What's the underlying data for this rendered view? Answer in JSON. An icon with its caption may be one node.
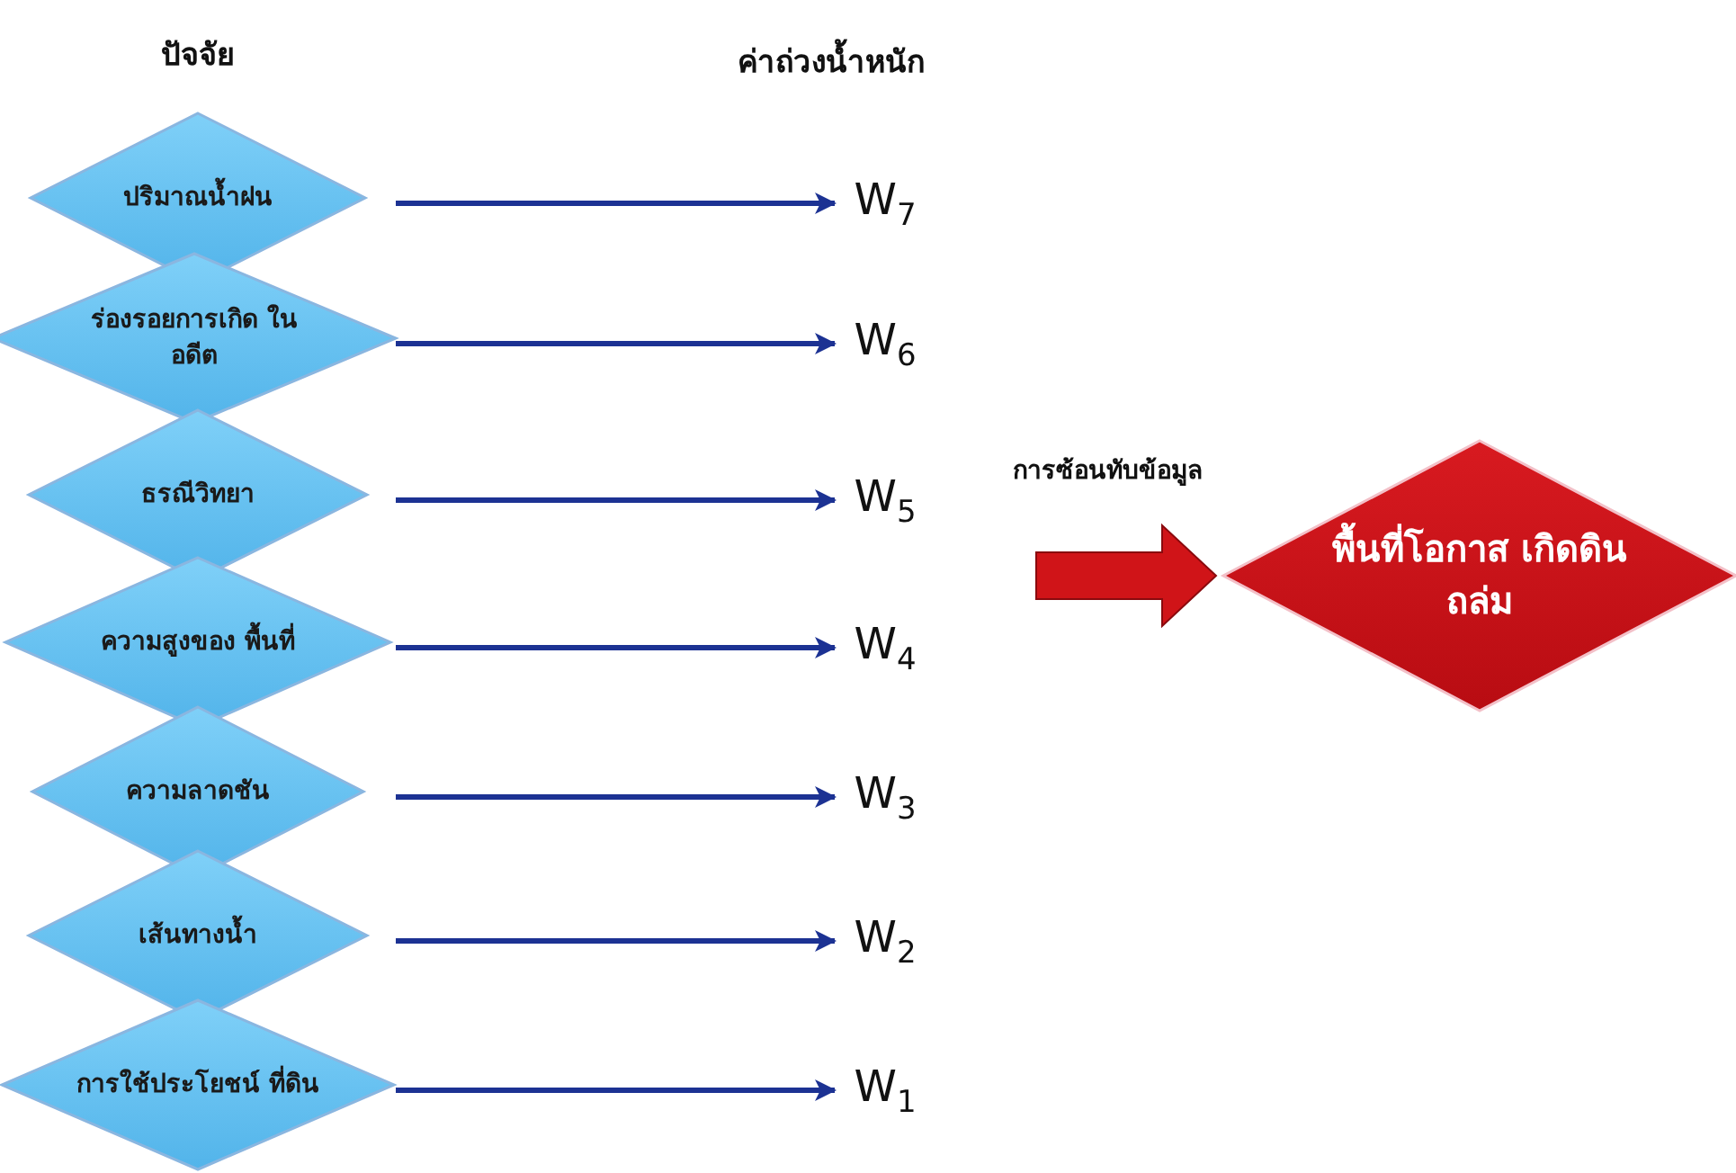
{
  "diagram": {
    "nodes": [
      {
        "text": [
          "ปริมาณน้ำฝน"
        ]
      },
      {
        "text": [
          "ร่องรอยการเกิด ในอดีต"
        ]
      },
      {
        "text": [
          "ธรณีวิทยา"
        ]
      },
      {
        "text": [
          "ความสูงของ พื้นที่"
        ]
      },
      {
        "text": [
          "ความลาดชัน"
        ]
      },
      {
        "text": [
          "เส้นทางน้ำ"
        ]
      },
      {
        "text": [
          "การใช้ประโยชน์ ที่ดิน"
        ]
      },
      {
        "text": [
          "W$_{7}$"
        ]
      },
      {
        "text": [
          "W$_{6}$"
        ]
      },
      {
        "text": [
          "W$_{5}$"
        ]
      },
      {
        "text": [
          "W$_{4}$"
        ]
      },
      {
        "text": [
          "W$_{3}$"
        ]
      },
      {
        "text": [
          "W$_{2}$"
        ]
      },
      {
        "text": [
          "W$_{1}$"
        ]
      },
      {
        "text": [
          "พื้นที่โอกาส เกิดดินถล่ม"
        ]
      }
    ],
    "edges": [
      {
        "from": 0,
        "to": 7,
        "arrow": "to"
      },
      {
        "from": 1,
        "to": 8,
        "arrow": "to"
      },
      {
        "from": 2,
        "to": 9,
        "arrow": "to"
      },
      {
        "from": 3,
        "to": 10,
        "arrow": "to"
      },
      {
        "from": 4,
        "to": 11,
        "arrow": "to"
      },
      {
        "from": 5,
        "to": 12,
        "arrow": "to"
      },
      {
        "from": 6,
        "to": 13,
        "arrow": "to"
      },
      {
        "from": null,
        "to": 14,
        "arrow": "to",
        "label": "การซ้อนทับข้อมูล",
        "style": "thick",
        "color": "#d01418"
      }
    ],
    "labels": [
      "ปัจจัย",
      "ค่าถ่วงน้ำหนัก"
    ]
  }
}
